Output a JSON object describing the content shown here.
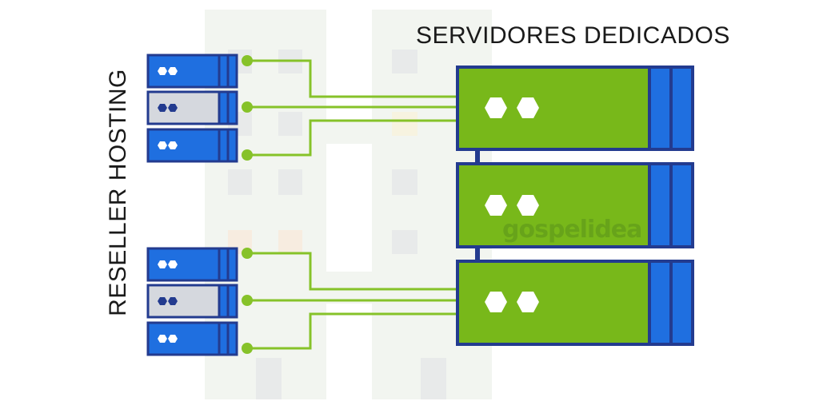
{
  "titles": {
    "dedicated": "SERVIDORES DEDICADOS",
    "reseller": "RESELLER HOSTING"
  },
  "watermark": "gospelidea",
  "colors": {
    "blue": "#1f6fe0",
    "navy": "#233b8f",
    "green_server": "#78b81a",
    "green_line": "#86c229",
    "gray_server": "#d5d8de",
    "bg_block": "#f2f5f0"
  },
  "reseller_servers": [
    "blue",
    "gray",
    "blue",
    "blue",
    "gray",
    "blue"
  ],
  "dedicated_servers": [
    "dedicated-1",
    "dedicated-2",
    "dedicated-3"
  ]
}
